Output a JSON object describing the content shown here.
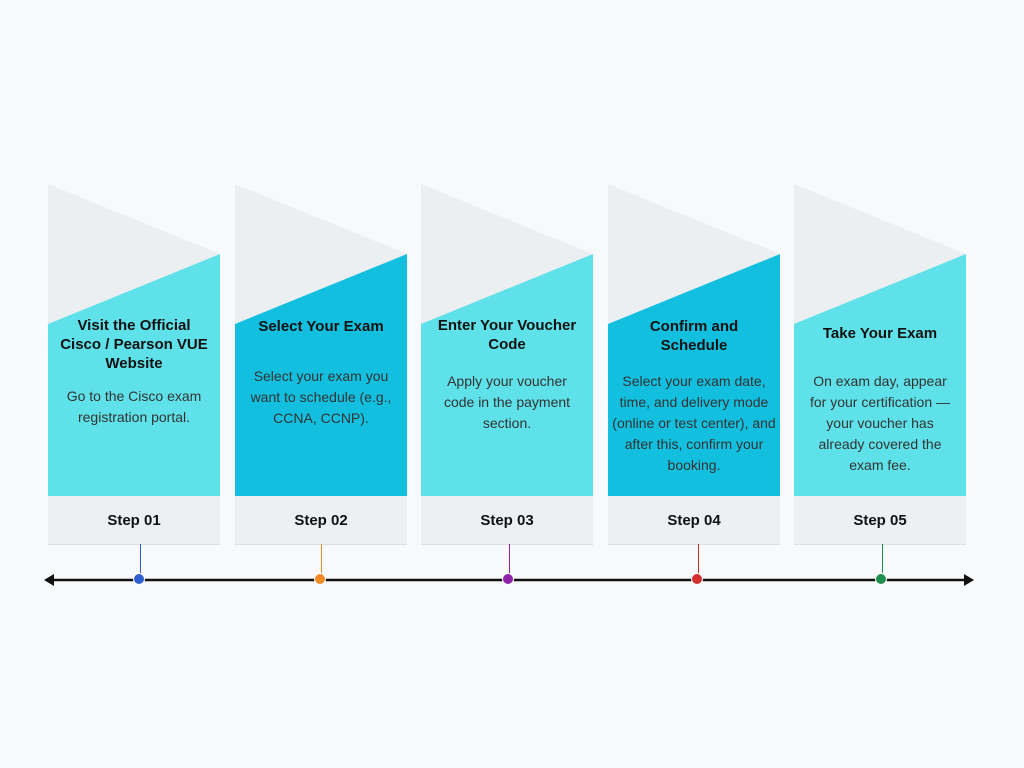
{
  "colors": {
    "card_light": "#5ee1e8",
    "card_dark": "#12bfdf",
    "footer_bg": "#edf0f3",
    "timeline": "#111111"
  },
  "steps": [
    {
      "title": "Visit the Official Cisco / Pearson VUE Website",
      "description": "Go to the Cisco exam registration portal.",
      "step_label": "Step 01",
      "marker_color": "#2f5fd0"
    },
    {
      "title": "Select Your Exam",
      "description": "Select your exam you want to schedule (e.g., CCNA, CCNP).",
      "step_label": "Step 02",
      "marker_color": "#f08a24"
    },
    {
      "title": "Enter Your Voucher Code",
      "description": "Apply your voucher code in the payment section.",
      "step_label": "Step 03",
      "marker_color": "#8e24aa"
    },
    {
      "title": "Confirm and Schedule",
      "description": "Select your exam date, time, and delivery mode (online or test center), and after this, confirm your booking.",
      "step_label": "Step 04",
      "marker_color": "#d32f2f"
    },
    {
      "title": "Take Your Exam",
      "description": "On exam day, appear for your certification — your voucher has already covered the exam fee.",
      "step_label": "Step 05",
      "marker_color": "#1e8e4e"
    }
  ]
}
